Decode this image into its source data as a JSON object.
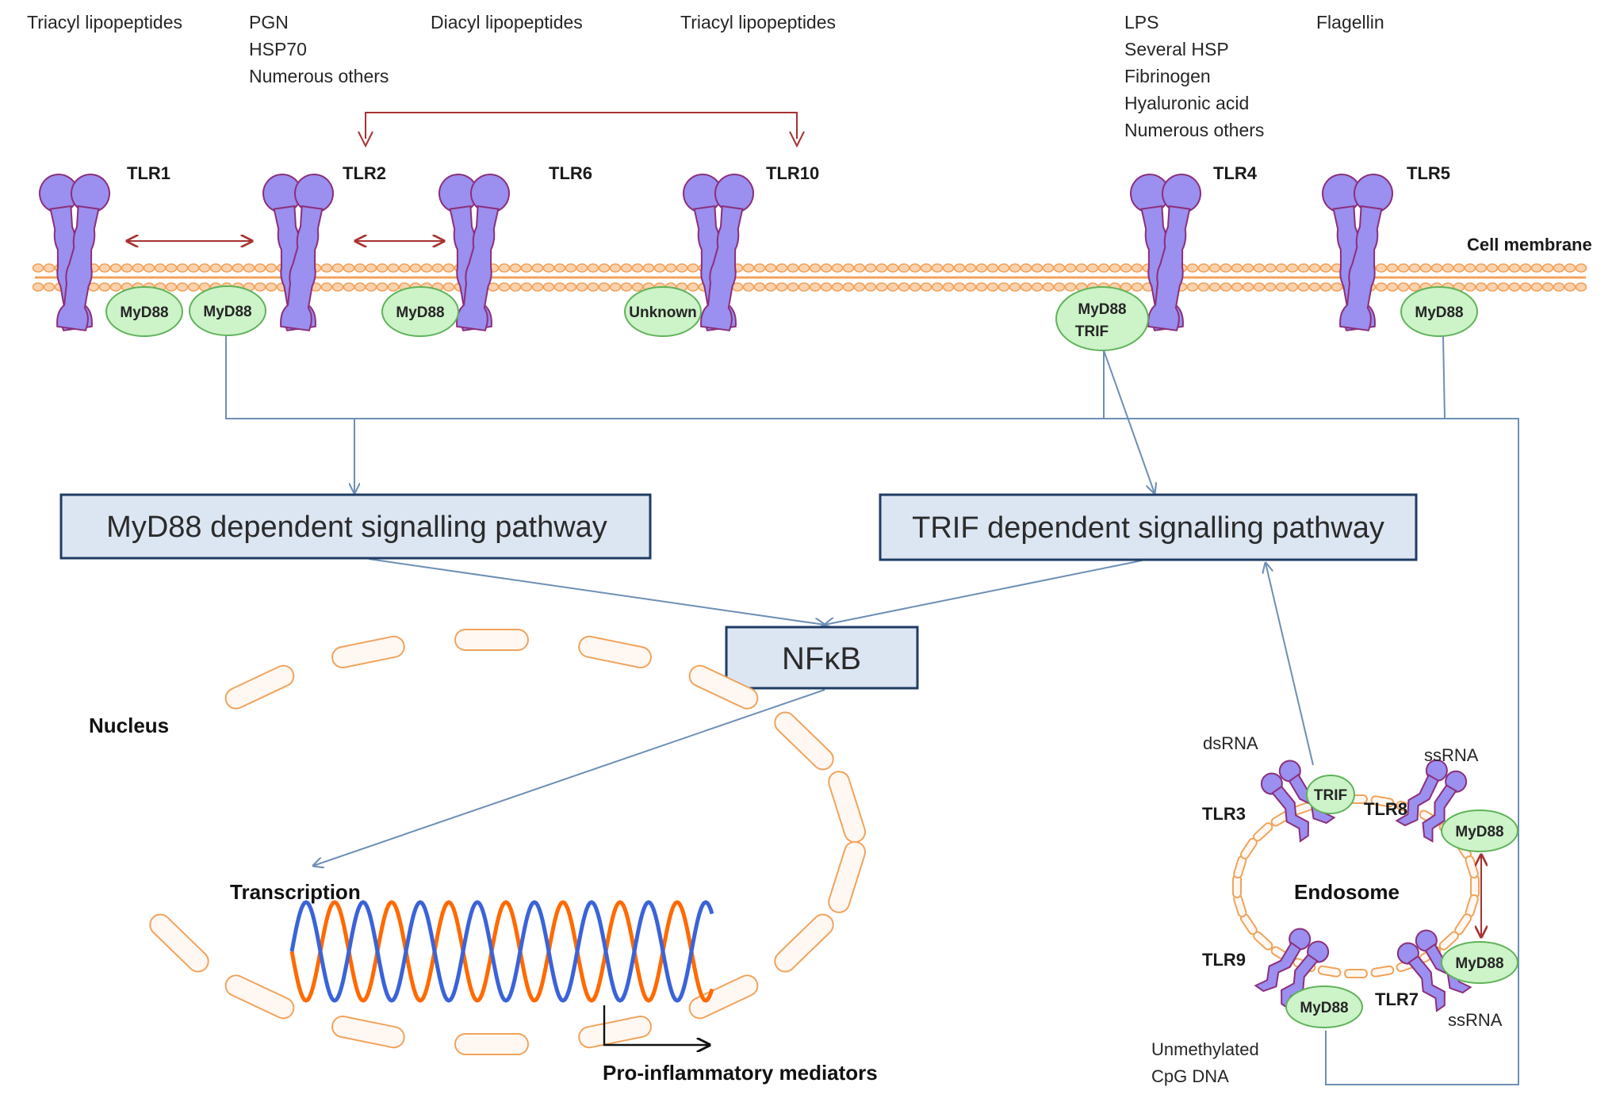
{
  "ligands": {
    "tlr1": [
      "Triacyl lipopeptides"
    ],
    "tlr2": [
      "PGN",
      "HSP70",
      "Numerous others"
    ],
    "tlr6": [
      "Diacyl lipopeptides"
    ],
    "tlr10": [
      "Triacyl lipopeptides"
    ],
    "tlr4": [
      "LPS",
      "Several HSP",
      "Fibrinogen",
      "Hyaluronic acid",
      "Numerous others"
    ],
    "tlr5": [
      "Flagellin"
    ]
  },
  "receptors": {
    "tlr1": "TLR1",
    "tlr2": "TLR2",
    "tlr6": "TLR6",
    "tlr10": "TLR10",
    "tlr4": "TLR4",
    "tlr5": "TLR5",
    "tlr3": "TLR3",
    "tlr8": "TLR8",
    "tlr9": "TLR9",
    "tlr7": "TLR7"
  },
  "adaptors": {
    "tlr1": "MyD88",
    "tlr2": "MyD88",
    "tlr6": "MyD88",
    "tlr10": "Unknown",
    "tlr4_line1": "MyD88",
    "tlr4_line2": "TRIF",
    "tlr5": "MyD88",
    "tlr3": "TRIF",
    "tlr8": "MyD88",
    "tlr7": "MyD88",
    "tlr9": "MyD88"
  },
  "membrane_label": "Cell membrane",
  "pathways": {
    "myd88": "MyD88 dependent signalling pathway",
    "trif": "TRIF dependent signalling pathway",
    "nfkb": "NFκB"
  },
  "nucleus": {
    "label": "Nucleus",
    "transcription": "Transcription",
    "output": "Pro-inflammatory mediators"
  },
  "endosome": {
    "label": "Endosome",
    "dsrna": "dsRNA",
    "ssrna_tlr8": "ssRNA",
    "ssrna_tlr7": "ssRNA",
    "cpg": [
      "Unmethylated",
      "CpG DNA"
    ]
  },
  "colors": {
    "receptor_fill": "#9b8fef",
    "receptor_stroke": "#8b2f7a",
    "adaptor_fill": "#cdf3c9",
    "adaptor_stroke": "#5fb35a",
    "membrane": "#f0a35c",
    "box_fill": "#dce6f2",
    "box_stroke": "#1f3c64",
    "connector": "#6d8fb5",
    "red_arrow": "#a83232",
    "dna_orange": "#ff6a00",
    "dna_blue": "#3b63d8"
  }
}
